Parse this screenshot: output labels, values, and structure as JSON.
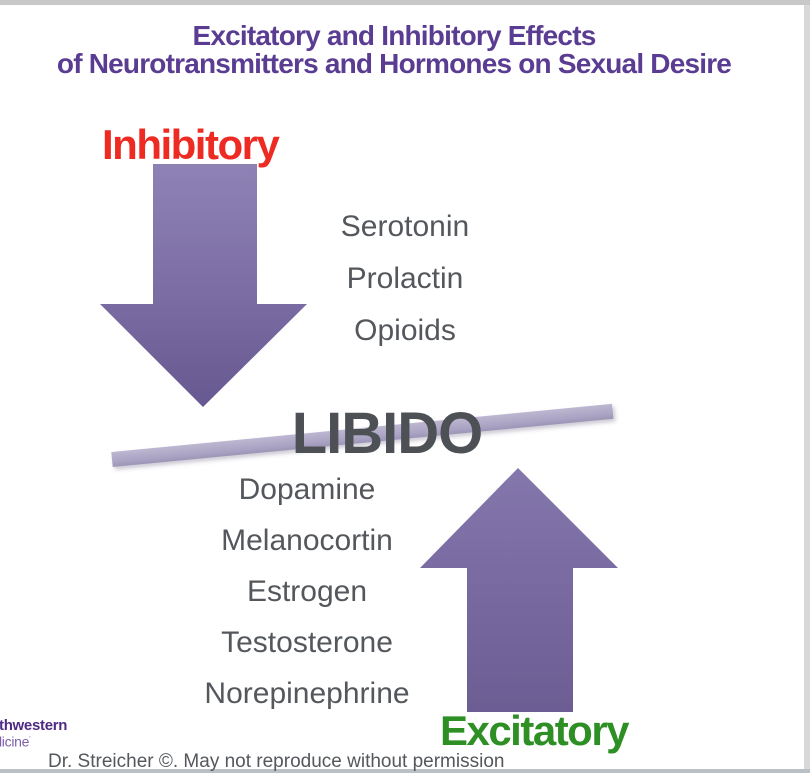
{
  "title": {
    "line1": "Excitatory and Inhibitory Effects",
    "line2": "of Neurotransmitters and Hormones on Sexual Desire"
  },
  "center_label": "LIBIDO",
  "inhibitory": {
    "label": "Inhibitory",
    "items": [
      "Serotonin",
      "Prolactin",
      "Opioids"
    ]
  },
  "excitatory": {
    "label": "Excitatory",
    "items": [
      "Dopamine",
      "Melanocortin",
      "Estrogen",
      "Testosterone",
      "Norepinephrine"
    ]
  },
  "branding": {
    "logo_line1": "thwestern",
    "logo_line2": "licine",
    "logo_mark": "’"
  },
  "footer": {
    "copyright": "Dr. Streicher ©. May not reproduce without permission"
  },
  "colors": {
    "title_purple": "#5a3d92",
    "inhibitory_red": "#ee2b23",
    "excitatory_green": "#2e8f25",
    "arrow_purple_light": "#8e82b5",
    "arrow_purple_dark": "#665890",
    "beam_lavender": "#bdb7d1",
    "libido_gray": "#4d5156",
    "list_gray": "#54585d",
    "logo_purple": "#4e2a84"
  }
}
